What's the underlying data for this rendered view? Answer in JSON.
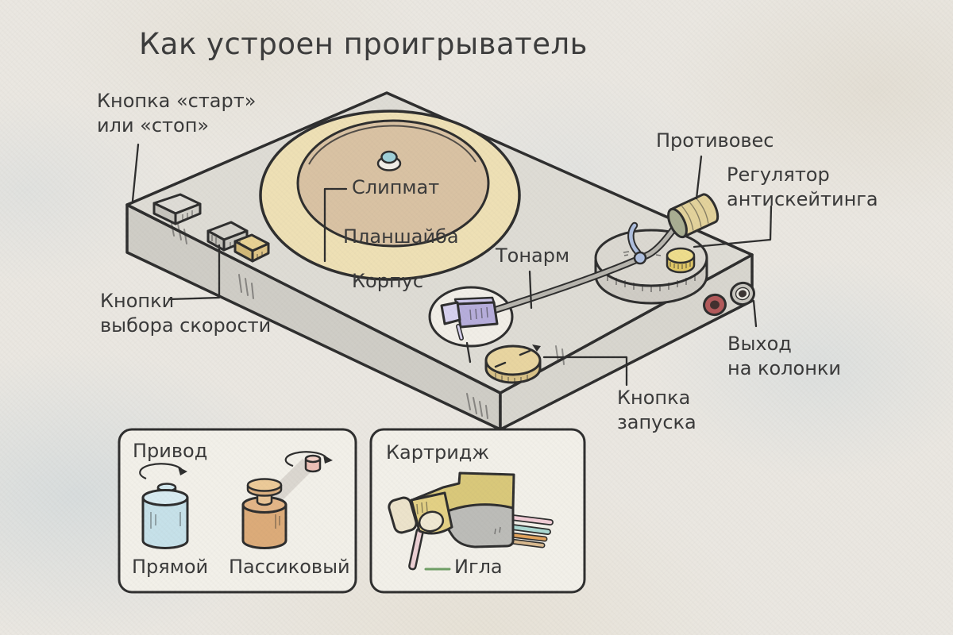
{
  "title": "Как устроен проигрыватель",
  "labels": {
    "start_stop": [
      "Кнопка «старт»",
      "или «стоп»"
    ],
    "speed_buttons": [
      "Кнопки",
      "выбора скорости"
    ],
    "slipmat": "Слипмат",
    "platter": "Планшайба",
    "chassis": "Корпус",
    "tonearm": "Тонарм",
    "counterweight": "Противовес",
    "antiskating": [
      "Регулятор",
      "антискейтинга"
    ],
    "speaker_output": [
      "Выход",
      "на колонки"
    ],
    "start_knob": [
      "Кнопка",
      "запуска"
    ]
  },
  "drive_box": {
    "title": "Привод",
    "direct_label": "Прямой",
    "belt_label": "Пассиковый"
  },
  "cartridge_box": {
    "title": "Картридж",
    "needle_label": "Игла"
  },
  "colors": {
    "paper": "#eae7e1",
    "ink": "#2e2e2e",
    "text": "#3a3a3a",
    "body_top": "#dedcd5",
    "body_left": "#cfcdc6",
    "body_right": "#d8d6cf",
    "platter": "#eee0b5",
    "slipmat": "#d9c2a3",
    "spindle": "#9fd0d8",
    "headshell": "#b6addb",
    "tonearm_base": "#dbd8d1",
    "antiskating_dial": "#eedd8c",
    "counterweight": "#e3d29b",
    "counterweight_face": "#a9ae92",
    "start_knob": "#e8d5a0",
    "jack_red": "#b2595a",
    "jack_gray": "#c9c7c0",
    "button_gray": "#d5d3cc",
    "button_tan": "#e7d194",
    "motor_direct": "#c6e1e9",
    "motor_belt": "#dcab79",
    "pulley": "#ecc0b6",
    "belt": "#beb9b1",
    "cartridge_yellow": "#d9c87a",
    "cartridge_gray": "#bcbcb8",
    "needle": "#ecd0d4",
    "pin_pink": "#f2ccd6",
    "pin_teal": "#abd9d2",
    "pin_orange": "#e2a35d",
    "pin_tan": "#d9b98e",
    "needle_dash": "#6f9e65"
  }
}
